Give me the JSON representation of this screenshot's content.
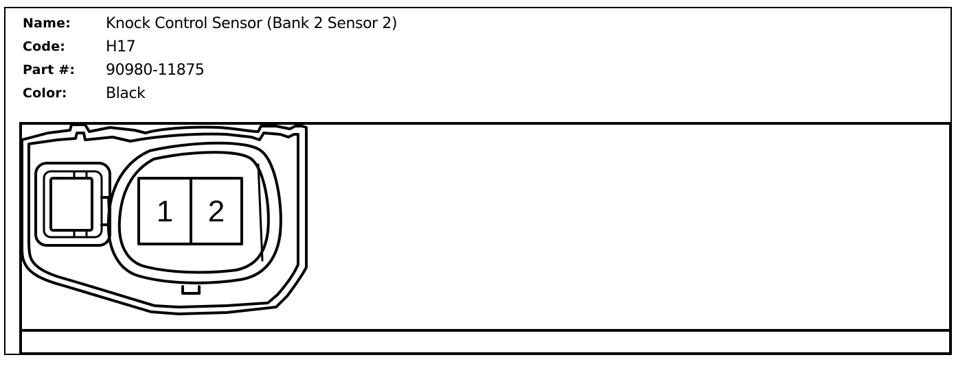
{
  "info": {
    "name_label": "Name:",
    "name_value": "Knock Control Sensor (Bank 2 Sensor 2)",
    "code_label": "Code:",
    "code_value": "H17",
    "part_label": "Part #:",
    "part_value": "90980-11875",
    "color_label": "Color:",
    "color_value": "Black"
  },
  "connector": {
    "pins": [
      "1",
      "2"
    ],
    "color": "#000000"
  }
}
